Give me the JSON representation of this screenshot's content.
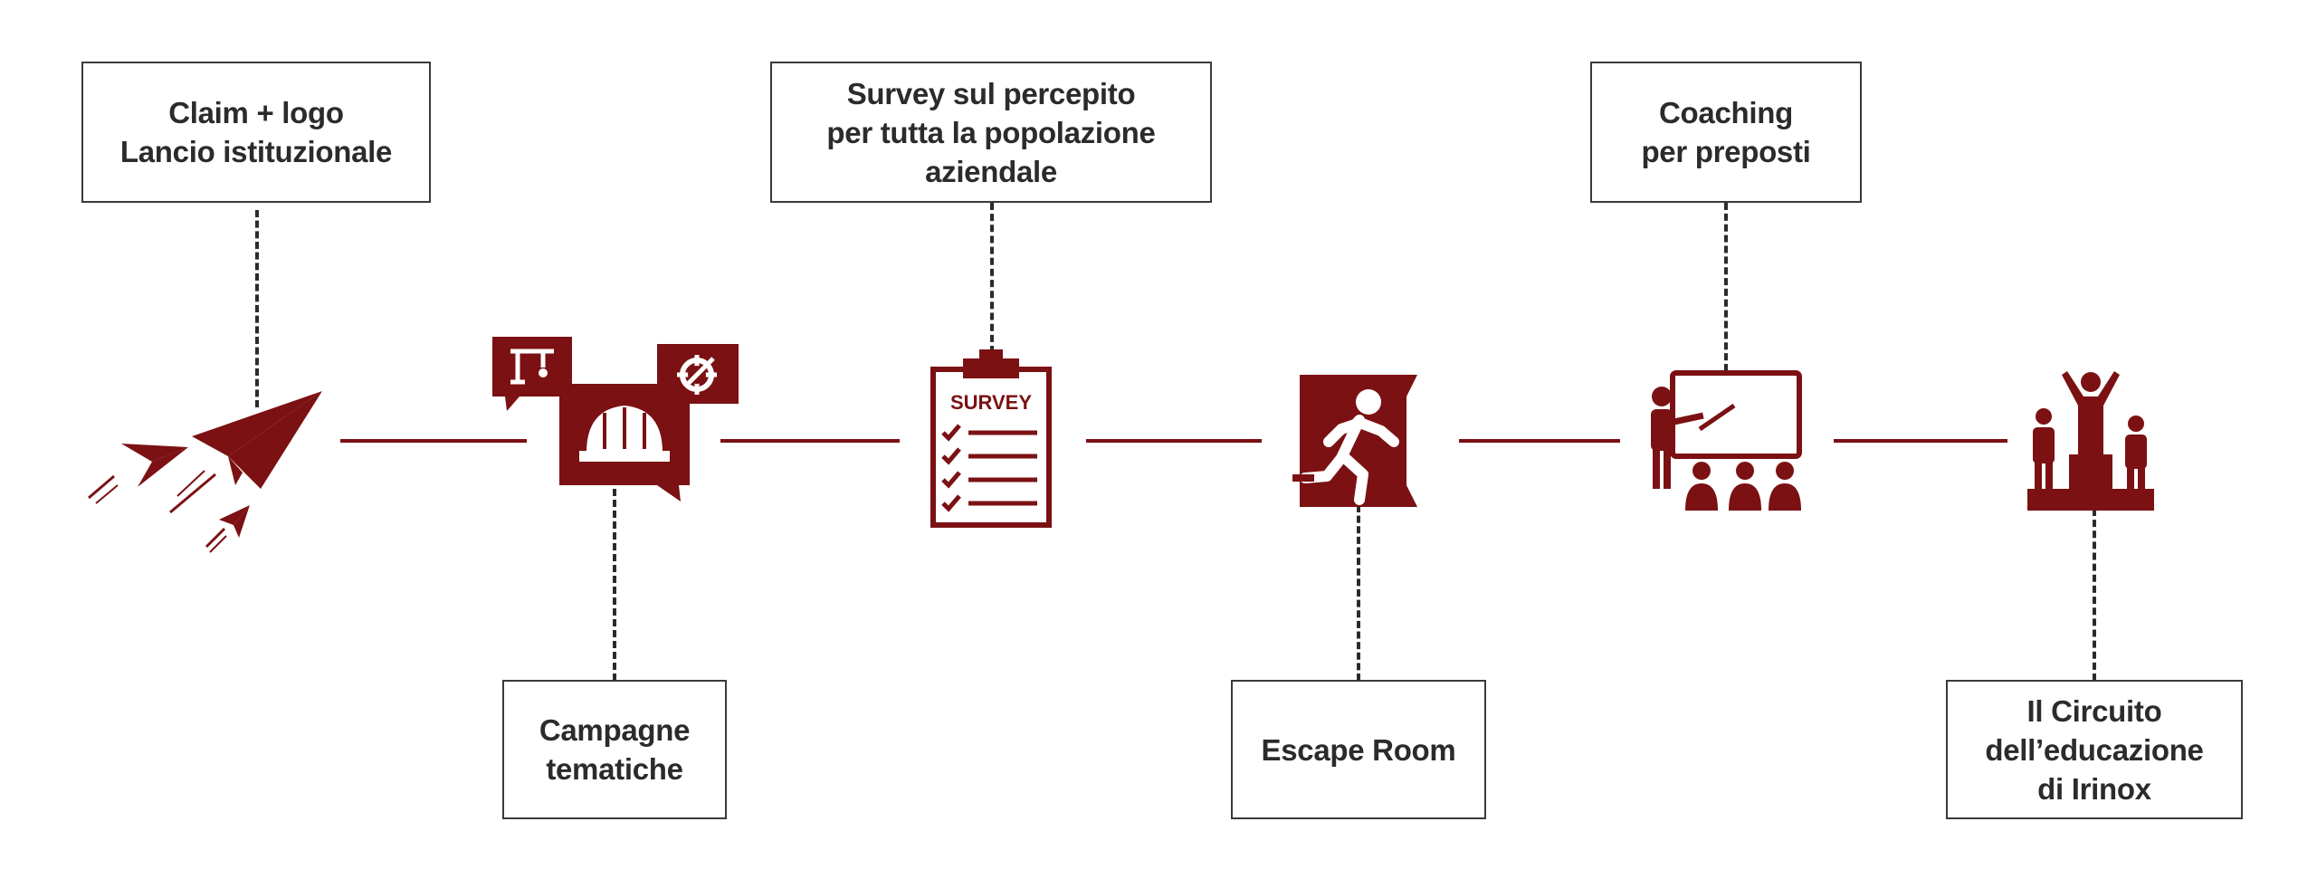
{
  "colors": {
    "accent": "#7b1113",
    "text": "#2b2b2b",
    "border": "#3a3a3a",
    "background": "#ffffff"
  },
  "steps": [
    {
      "id": "claim",
      "icon": "paper-planes-icon",
      "label_lines": [
        "Claim + logo",
        "Lancio istituzionale"
      ],
      "label_position": "top"
    },
    {
      "id": "campagne",
      "icon": "speech-bubbles-safety-icon",
      "label_lines": [
        "Campagne",
        "tematiche"
      ],
      "label_position": "bottom"
    },
    {
      "id": "survey",
      "icon": "survey-clipboard-icon",
      "icon_text": "SURVEY",
      "label_lines": [
        "Survey sul percepito",
        "per tutta la popolazione",
        "aziendale"
      ],
      "label_position": "top"
    },
    {
      "id": "escape",
      "icon": "emergency-exit-icon",
      "label_lines": [
        "Escape Room"
      ],
      "label_position": "bottom"
    },
    {
      "id": "coaching",
      "icon": "presentation-board-icon",
      "label_lines": [
        "Coaching",
        "per preposti"
      ],
      "label_position": "top"
    },
    {
      "id": "circuito",
      "icon": "podium-winners-icon",
      "label_lines": [
        "Il Circuito",
        "dell’educazione",
        "di Irinox"
      ],
      "label_position": "bottom"
    }
  ]
}
